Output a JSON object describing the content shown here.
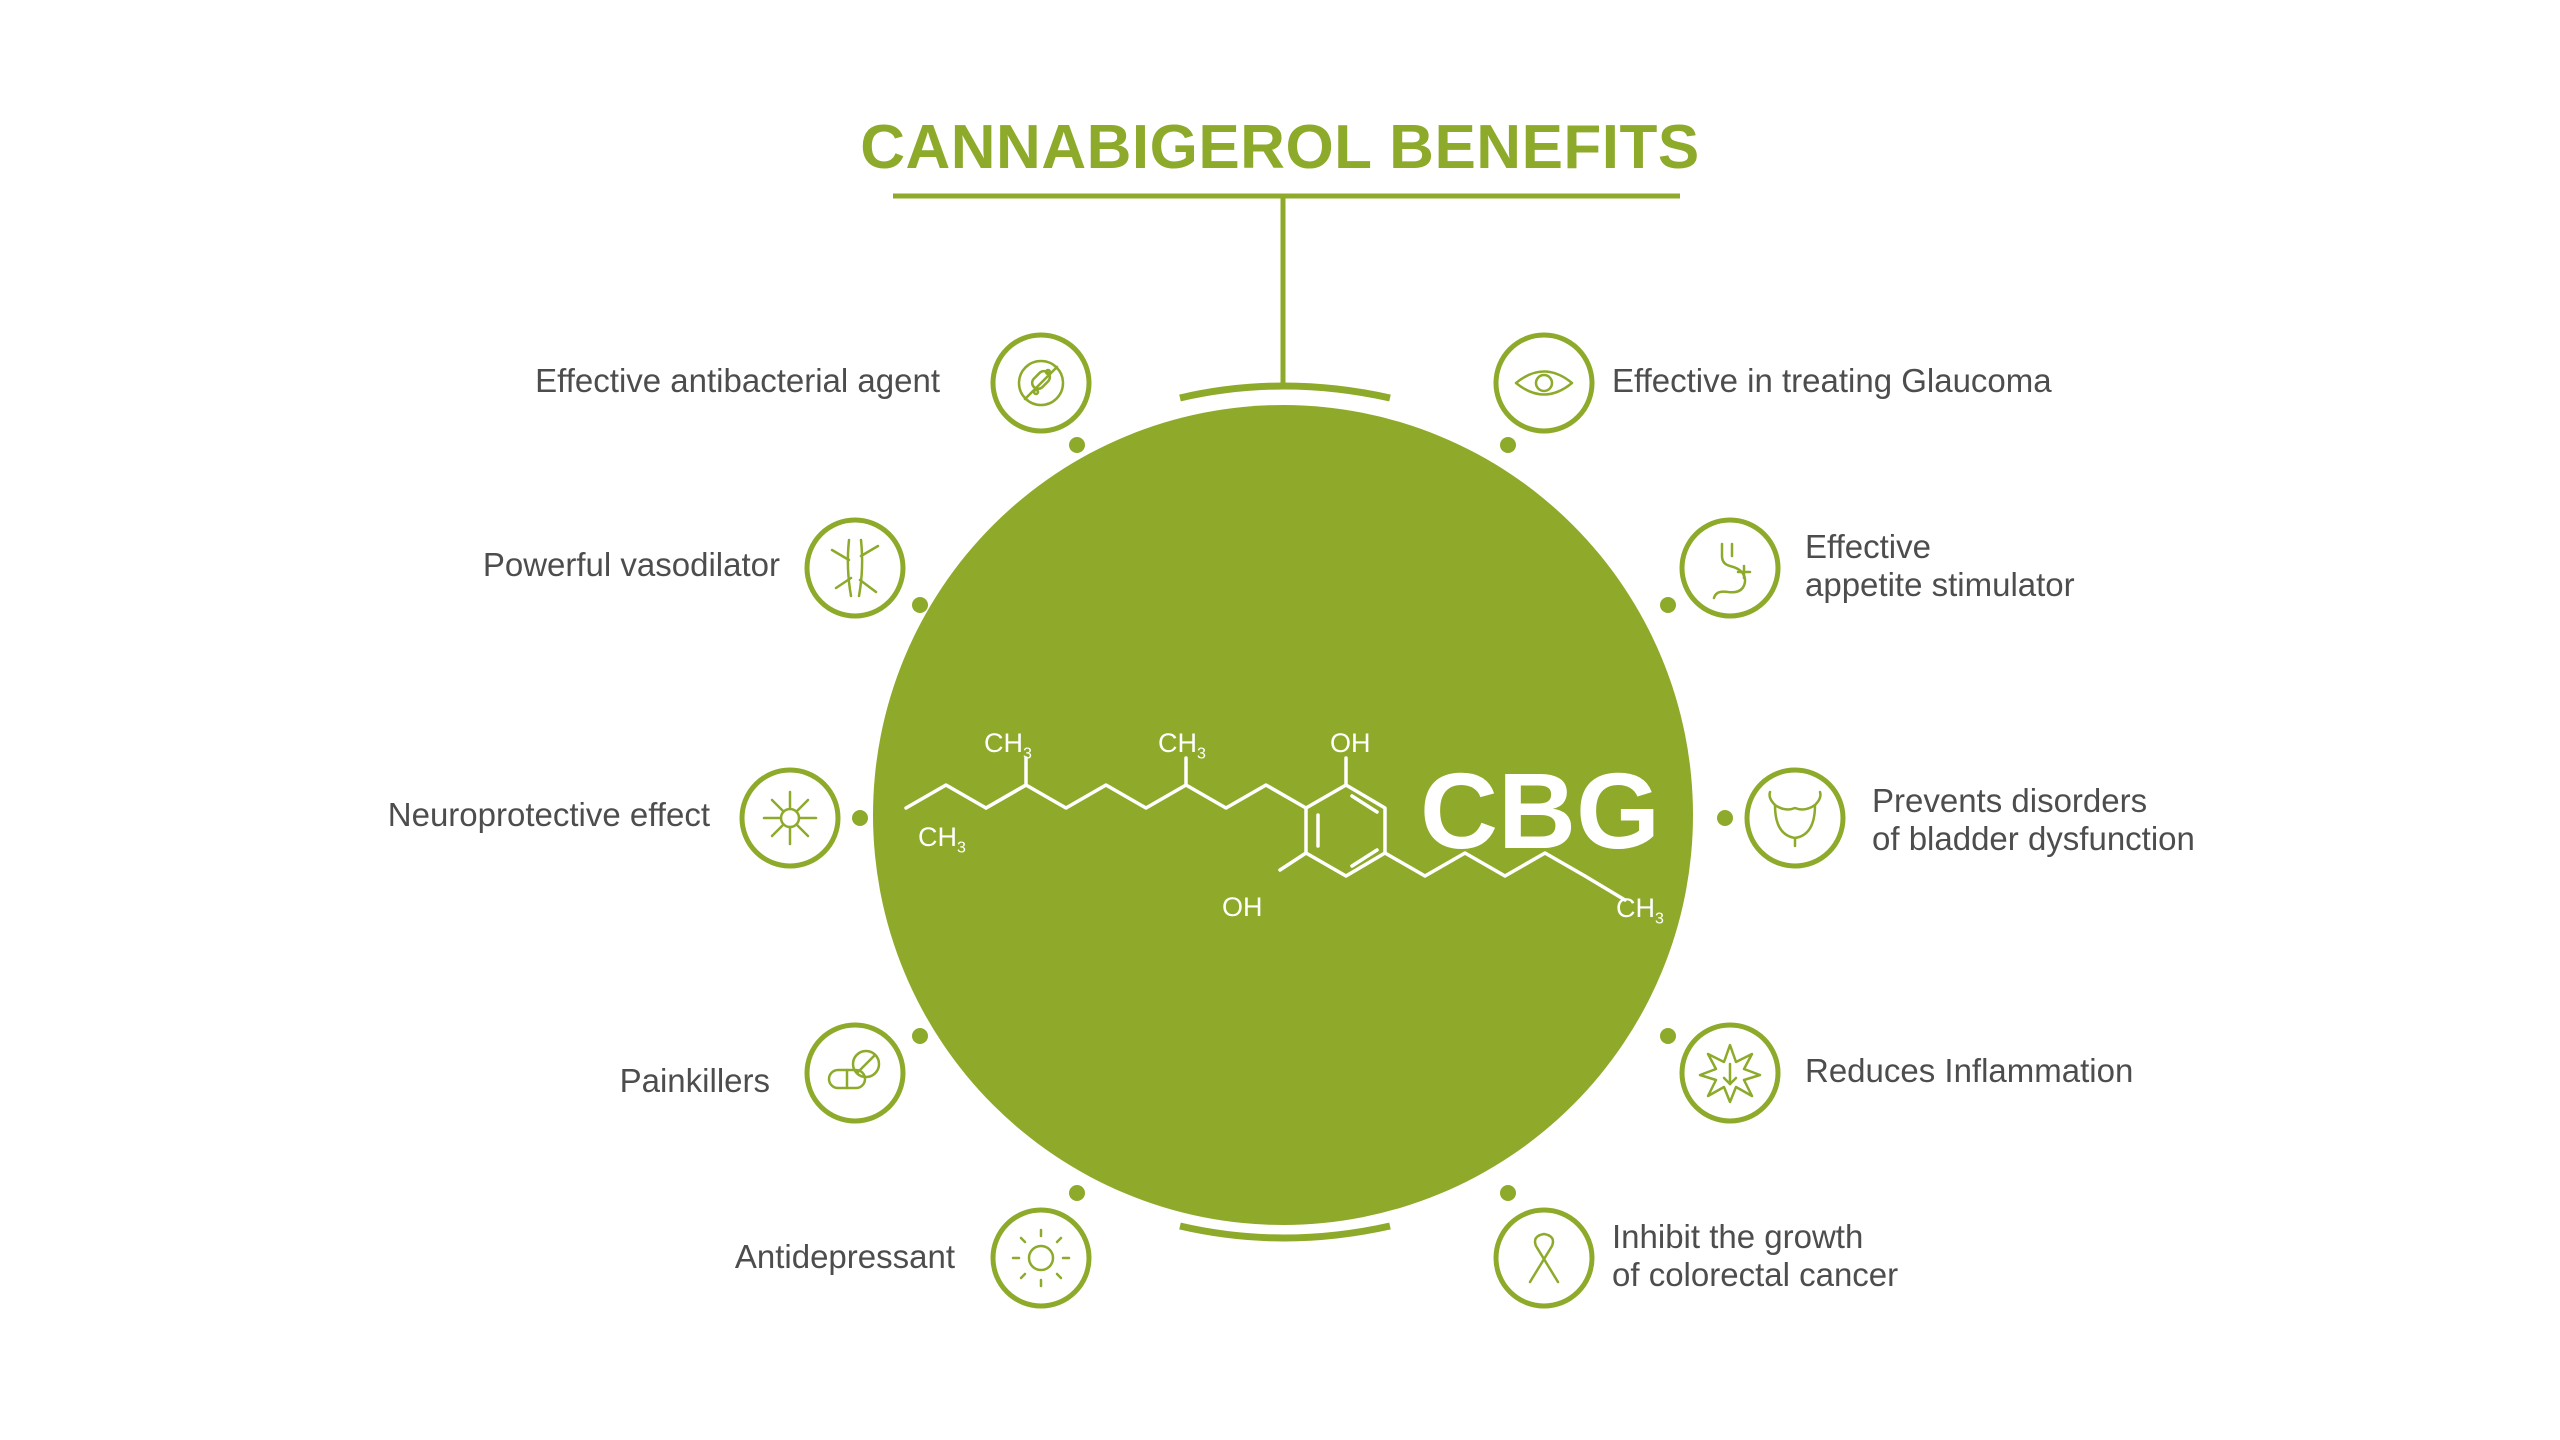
{
  "title": "CANNABIGEROL BENEFITS",
  "center": {
    "label": "CBG"
  },
  "molecule": {
    "groups": [
      "CH3",
      "CH3",
      "CH3",
      "OH",
      "OH",
      "CH3"
    ]
  },
  "benefits": {
    "left": [
      {
        "icon": "antibacterial-icon",
        "lines": [
          "Effective antibacterial agent"
        ]
      },
      {
        "icon": "blood-vessel-icon",
        "lines": [
          "Powerful vasodilator"
        ]
      },
      {
        "icon": "neuron-icon",
        "lines": [
          "Neuroprotective effect"
        ]
      },
      {
        "icon": "pills-icon",
        "lines": [
          "Painkillers"
        ]
      },
      {
        "icon": "sun-icon",
        "lines": [
          "Antidepressant"
        ]
      }
    ],
    "right": [
      {
        "icon": "eye-icon",
        "lines": [
          "Effective in treating Glaucoma"
        ]
      },
      {
        "icon": "stomach-icon",
        "lines": [
          "Effective",
          "appetite stimulator"
        ]
      },
      {
        "icon": "bladder-icon",
        "lines": [
          "Prevents disorders",
          "of bladder dysfunction"
        ]
      },
      {
        "icon": "inflammation-icon",
        "lines": [
          "Reduces Inflammation"
        ]
      },
      {
        "icon": "ribbon-icon",
        "lines": [
          "Inhibit the growth",
          "of colorectal cancer"
        ]
      }
    ]
  },
  "colors": {
    "accent": "#8daa2b",
    "text": "#4d4d4d",
    "background": "#ffffff"
  }
}
